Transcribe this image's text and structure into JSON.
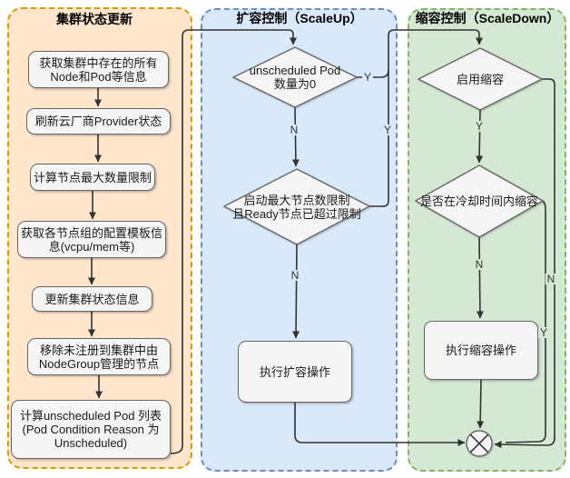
{
  "diagram": {
    "cluster": {
      "title": "集群状态更新",
      "steps": [
        {
          "lines": [
            "获取集群中存在的所有",
            "Node和Pod等信息"
          ]
        },
        {
          "lines": [
            "刷新云厂商Provider状态"
          ]
        },
        {
          "lines": [
            "计算节点最大数量限制"
          ]
        },
        {
          "lines": [
            "获取各节点组的配置模板信",
            "息(vcpu/mem等)"
          ]
        },
        {
          "lines": [
            "更新集群状态信息"
          ]
        },
        {
          "lines": [
            "移除未注册到集群中由",
            "NodeGroup管理的节点"
          ]
        },
        {
          "lines": [
            "计算unscheduled Pod 列表",
            "(Pod Condition Reason 为",
            "Unscheduled)"
          ]
        }
      ]
    },
    "scaleup": {
      "title": "扩容控制（ScaleUp）",
      "decision_pods": {
        "lines": [
          "unscheduled Pod",
          "数量为0"
        ]
      },
      "decision_limit": {
        "lines": [
          "启动最大节点数限制",
          "且Ready节点已超过限制"
        ]
      },
      "action": "执行扩容操作",
      "labels": {
        "pods_yes": "Y",
        "pods_no": "N",
        "merge_yes": "Y",
        "limit_no": "N"
      }
    },
    "scaledown": {
      "title": "缩容控制（ScaleDown）",
      "decision_enabled": "启用缩容",
      "decision_cooldown": "是否在冷却时间内缩容",
      "action": "执行缩容操作",
      "labels": {
        "enabled_yes": "Y",
        "enabled_no": "N",
        "cooldown_no": "N",
        "cooldown_yes": "Y"
      }
    },
    "colors": {
      "cluster_fill": "#FFE6CC",
      "cluster_stroke": "#D79B00",
      "scaleup_fill": "#DAE8FC",
      "scaleup_stroke": "#6C8EBF",
      "scaledown_fill": "#D5E8D4",
      "scaledown_stroke": "#82B366",
      "node_fill": "#F5F5F5",
      "node_stroke": "#666666",
      "edge": "#333333"
    }
  }
}
